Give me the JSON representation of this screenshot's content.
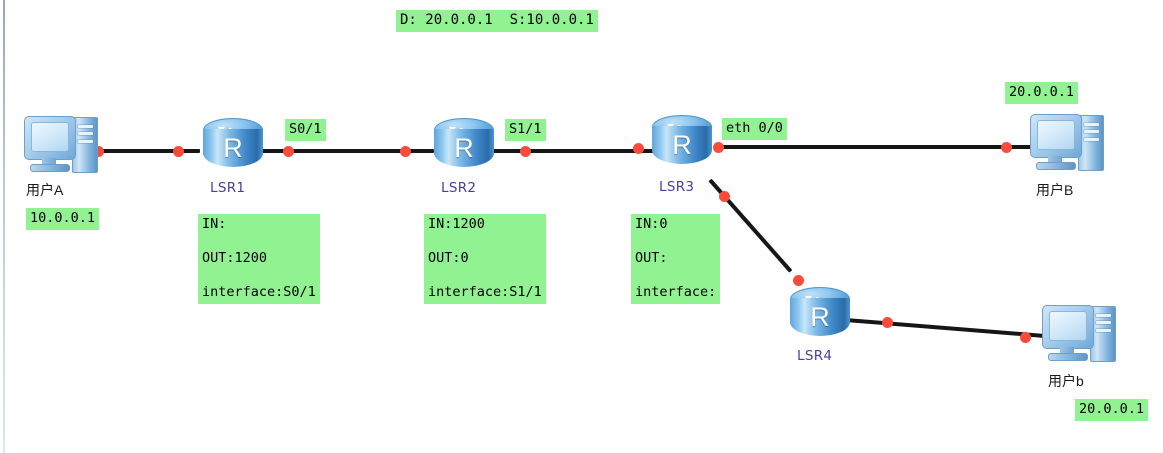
{
  "diagram": {
    "title_tag": "D: 20.0.0.1  S:10.0.0.1",
    "nodes": [
      {
        "id": "pcA",
        "type": "pc",
        "label": "用户A"
      },
      {
        "id": "lsr1",
        "type": "router",
        "label": "LSR1"
      },
      {
        "id": "lsr2",
        "type": "router",
        "label": "LSR2"
      },
      {
        "id": "lsr3",
        "type": "router",
        "label": "LSR3"
      },
      {
        "id": "lsr4",
        "type": "router",
        "label": "LSR4"
      },
      {
        "id": "pcB",
        "type": "pc",
        "label": "用户B"
      },
      {
        "id": "pcb",
        "type": "pc",
        "label": "用户b"
      }
    ],
    "router_glyph": "R",
    "ip_tags": {
      "pcA": "10.0.0.1",
      "pcB": "20.0.0.1",
      "pcb": "20.0.0.1"
    },
    "interface_tags": {
      "lsr1": "S0/1",
      "lsr2": "S1/1",
      "lsr3": "eth 0/0"
    },
    "label_tables": {
      "lsr1": {
        "in": "IN:",
        "out": "OUT:1200",
        "interface": "interface:S0/1"
      },
      "lsr2": {
        "in": "IN:1200",
        "out": "OUT:0",
        "interface": "interface:S1/1"
      },
      "lsr3": {
        "in": "IN:0",
        "out": "OUT:",
        "interface": "interface:"
      }
    },
    "colors": {
      "tag_background": "#91f291",
      "link": "#161616",
      "connector_dot": "#fb4b3b",
      "router_body": "#5ba3db",
      "router_label": "#4a3fa0",
      "canvas": "#ffffff"
    }
  }
}
